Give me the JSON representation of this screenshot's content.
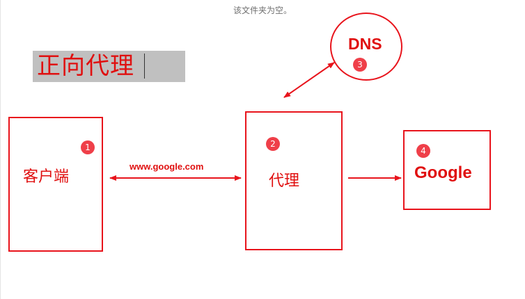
{
  "header": {
    "empty_folder_text": "该文件夹为空。"
  },
  "title": {
    "text": "正向代理"
  },
  "nodes": {
    "client": {
      "label": "客户端",
      "badge": "1"
    },
    "proxy": {
      "label": "代理",
      "badge": "2"
    },
    "dns": {
      "label": "DNS",
      "badge": "3"
    },
    "google": {
      "label": "Google",
      "badge": "4"
    }
  },
  "edges": {
    "client_proxy": {
      "label": "www.google.com",
      "direction": "bidirectional"
    },
    "proxy_dns": {
      "direction": "bidirectional"
    },
    "proxy_google": {
      "direction": "forward"
    }
  },
  "colors": {
    "accent": "#e8141c",
    "badge": "#ef3f49",
    "title_highlight": "#c0c0c0"
  }
}
